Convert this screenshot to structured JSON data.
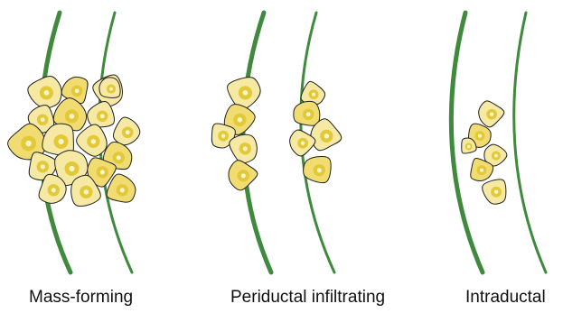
{
  "colors": {
    "duct_wall": "#3f8a3c",
    "cell_fill": "#f6e9a4",
    "cell_fill_alt": "#f1dc72",
    "cell_outline": "#222222",
    "nucleus": "#e3c837",
    "nucleolus": "#fbf6cf"
  },
  "panels": [
    {
      "id": "mass-forming",
      "label": "Mass-forming"
    },
    {
      "id": "periductal-infiltrating",
      "label": "Periductal infiltrating"
    },
    {
      "id": "intraductal",
      "label": "Intraductal"
    }
  ]
}
